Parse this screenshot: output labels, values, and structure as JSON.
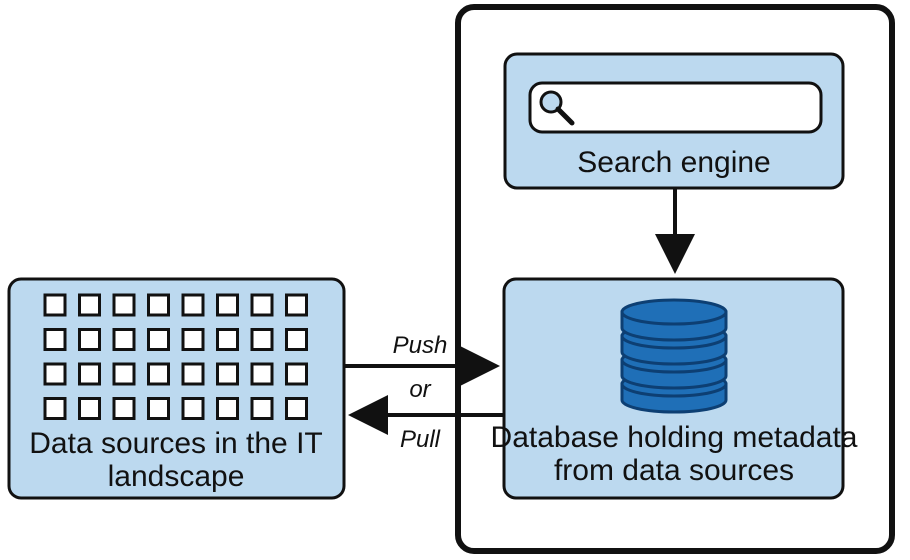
{
  "colors": {
    "box_fill": "#BCD9EF",
    "border": "#111111",
    "database_blue": "#1F6FB7",
    "database_dark": "#0D3F73",
    "background": "#FFFFFF"
  },
  "search_engine": {
    "label": "Search engine",
    "icon": "magnifying-glass-icon"
  },
  "database": {
    "label_line1": "Database holding metadata",
    "label_line2": "from data sources",
    "icon": "database-cylinder-icon"
  },
  "data_sources": {
    "label_line1": "Data sources in the IT",
    "label_line2": "landscape",
    "grid_rows": 4,
    "grid_cols": 8
  },
  "connection": {
    "push_label": "Push",
    "or_label": "or",
    "pull_label": "Pull"
  }
}
